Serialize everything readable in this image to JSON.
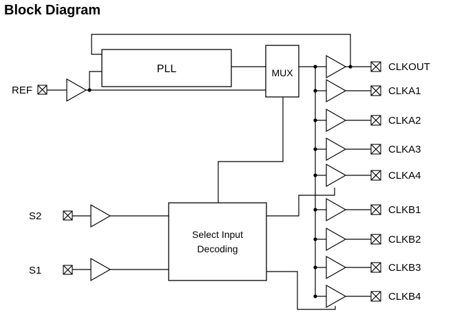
{
  "title": "Block Diagram",
  "blocks": {
    "pll": "PLL",
    "mux": "MUX",
    "select_line1": "Select Input",
    "select_line2": "Decoding"
  },
  "inputs": {
    "ref": "REF",
    "s2": "S2",
    "s1": "S1"
  },
  "outputs": [
    "CLKOUT",
    "CLKA1",
    "CLKA2",
    "CLKA3",
    "CLKA4",
    "CLKB1",
    "CLKB2",
    "CLKB3",
    "CLKB4"
  ]
}
